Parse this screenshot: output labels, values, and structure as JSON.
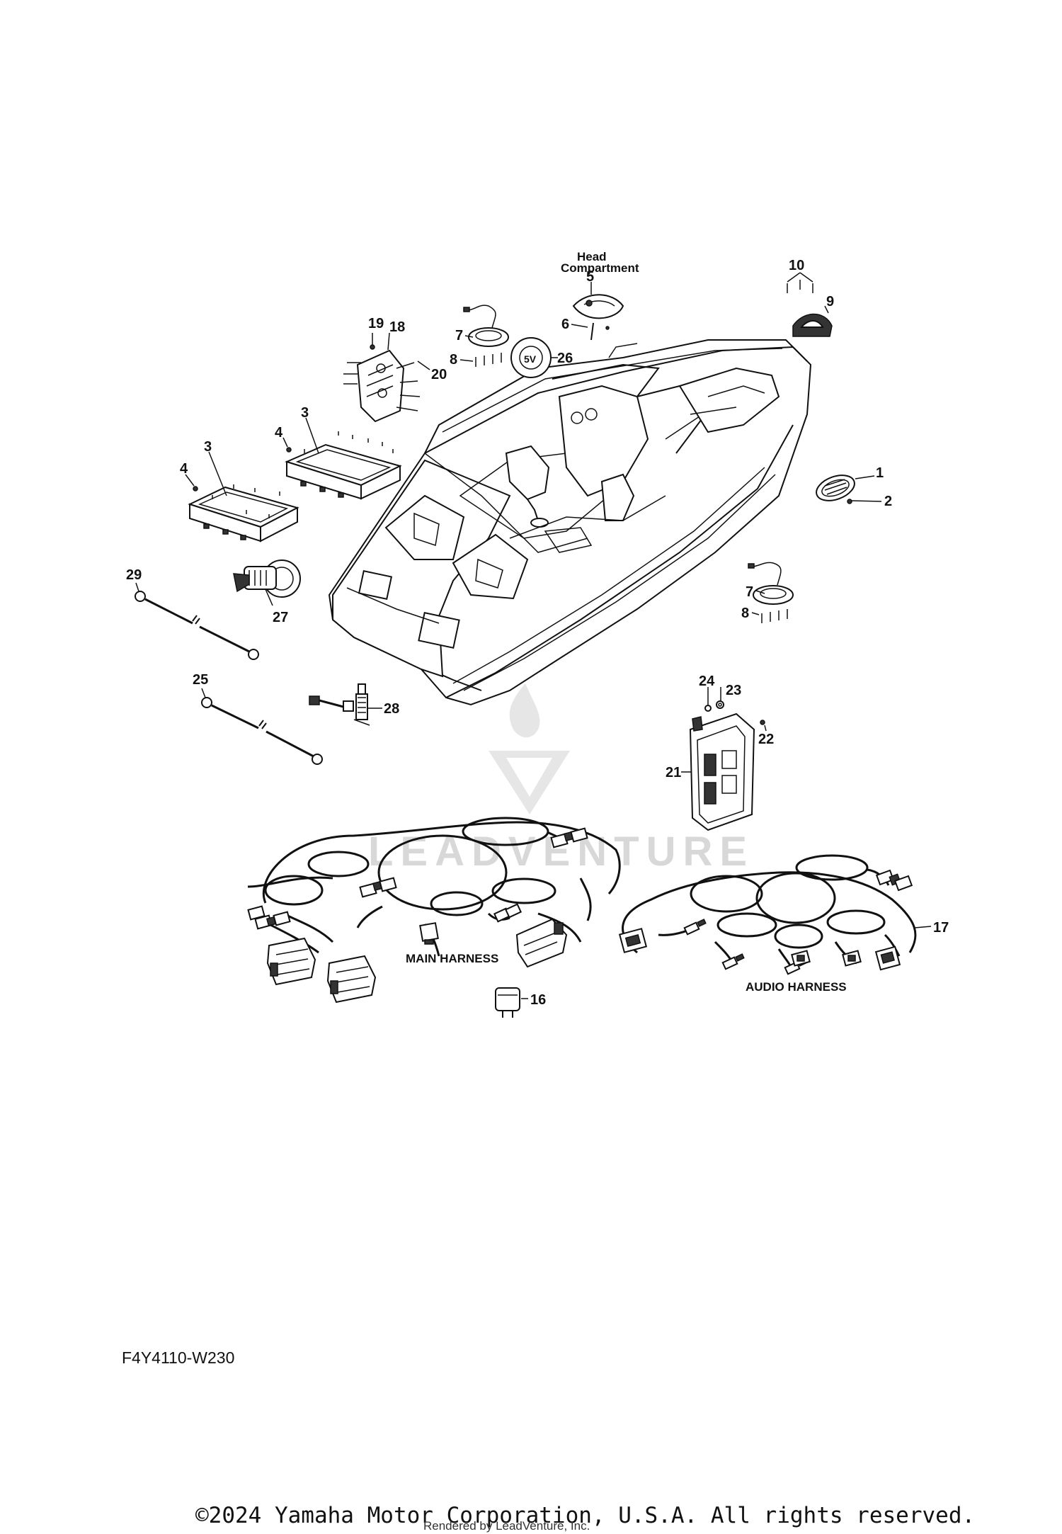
{
  "diagram": {
    "callouts": [
      "1",
      "2",
      "3",
      "3",
      "4",
      "4",
      "5",
      "6",
      "7",
      "7",
      "8",
      "8",
      "9",
      "10",
      "16",
      "17",
      "18",
      "19",
      "20",
      "21",
      "22",
      "23",
      "24",
      "25",
      "26",
      "27",
      "28",
      "29"
    ],
    "labels": {
      "head_compartment_line1": "Head",
      "head_compartment_line2": "Compartment",
      "main_harness": "MAIN HARNESS",
      "audio_harness": "AUDIO HARNESS"
    },
    "figure_code": "F4Y4110-W230",
    "copyright": "©2024 Yamaha Motor Corporation, U.S.A. All rights reserved.",
    "rendered_by": "Rendered by LeadVenture, Inc.",
    "watermark": "LEADVENTURE"
  }
}
